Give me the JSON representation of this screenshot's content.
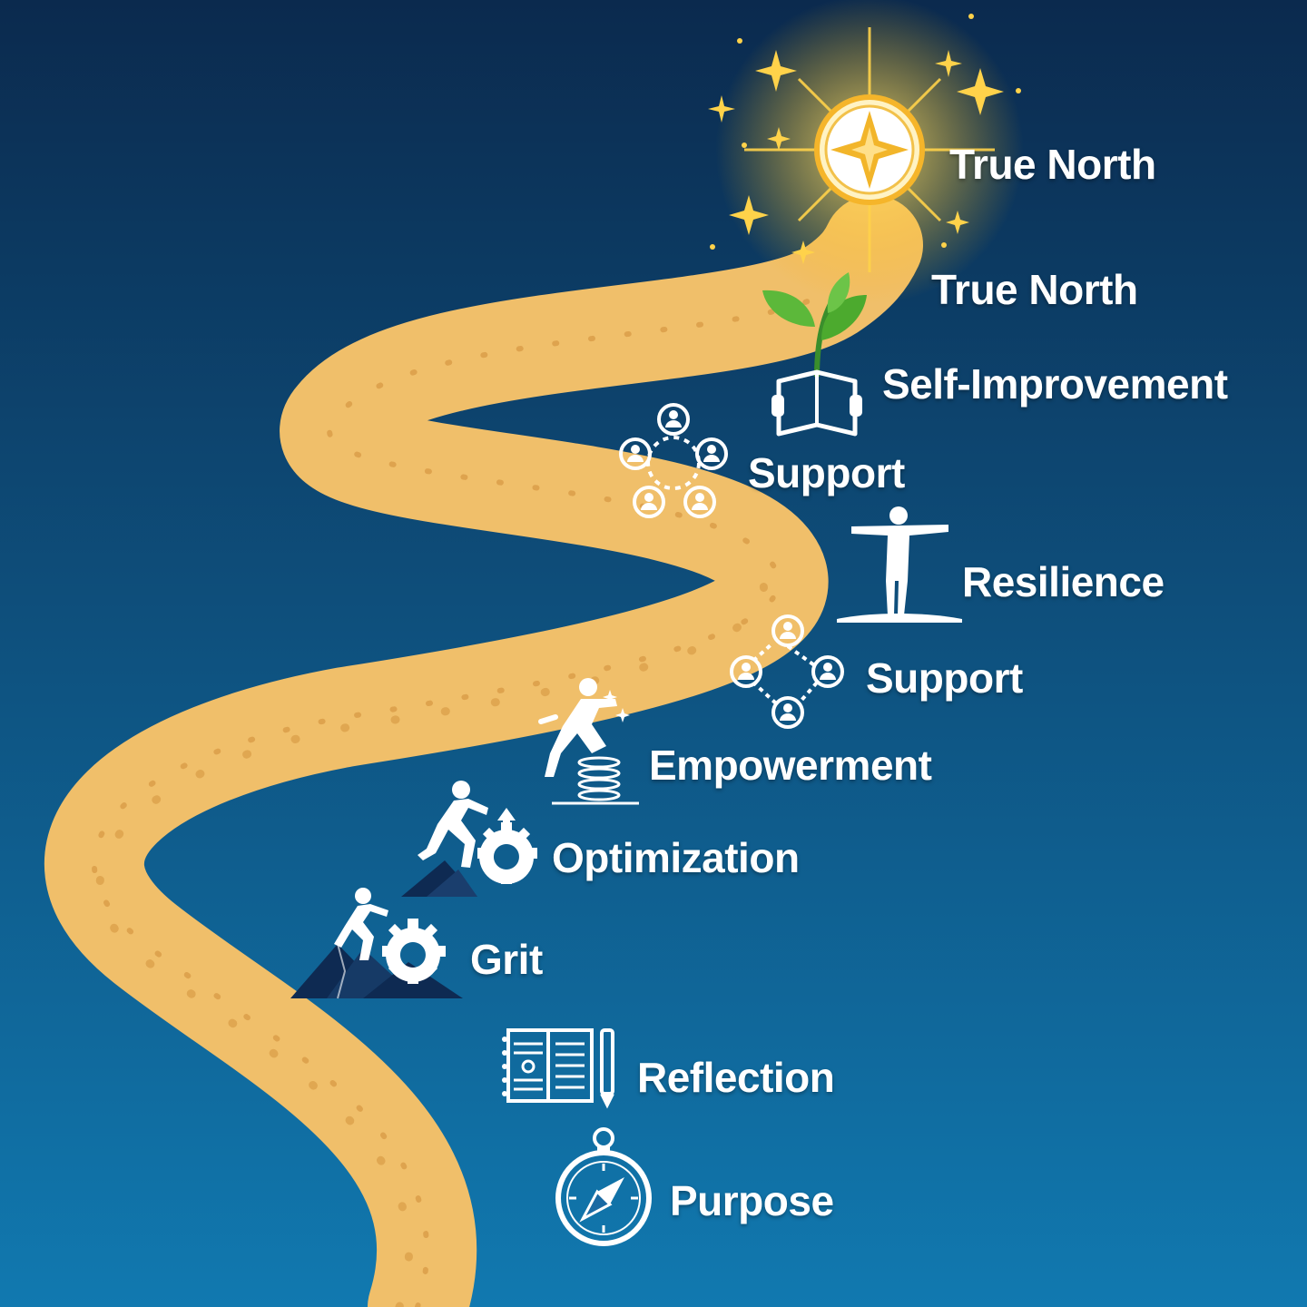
{
  "background": {
    "top_color": "#0b2a4e",
    "bottom_color": "#1179b0"
  },
  "path_color": "#f0bf6a",
  "star_color": "#ffd24a",
  "steps": [
    {
      "label": "True North",
      "icon": "compass-star-icon"
    },
    {
      "label": "True North",
      "icon": "arrow-up-icon"
    },
    {
      "label": "Self-Improvement",
      "icon": "sprout-book-icon"
    },
    {
      "label": "Support",
      "icon": "people-network-icon"
    },
    {
      "label": "Resilience",
      "icon": "standing-person-icon"
    },
    {
      "label": "Support",
      "icon": "people-connection-icon"
    },
    {
      "label": "Empowerment",
      "icon": "runner-spring-icon"
    },
    {
      "label": "Optimization",
      "icon": "runner-gear-icon"
    },
    {
      "label": "Grit",
      "icon": "climber-mountain-icon"
    },
    {
      "label": "Reflection",
      "icon": "journal-pen-icon"
    },
    {
      "label": "Purpose",
      "icon": "compass-icon"
    }
  ]
}
